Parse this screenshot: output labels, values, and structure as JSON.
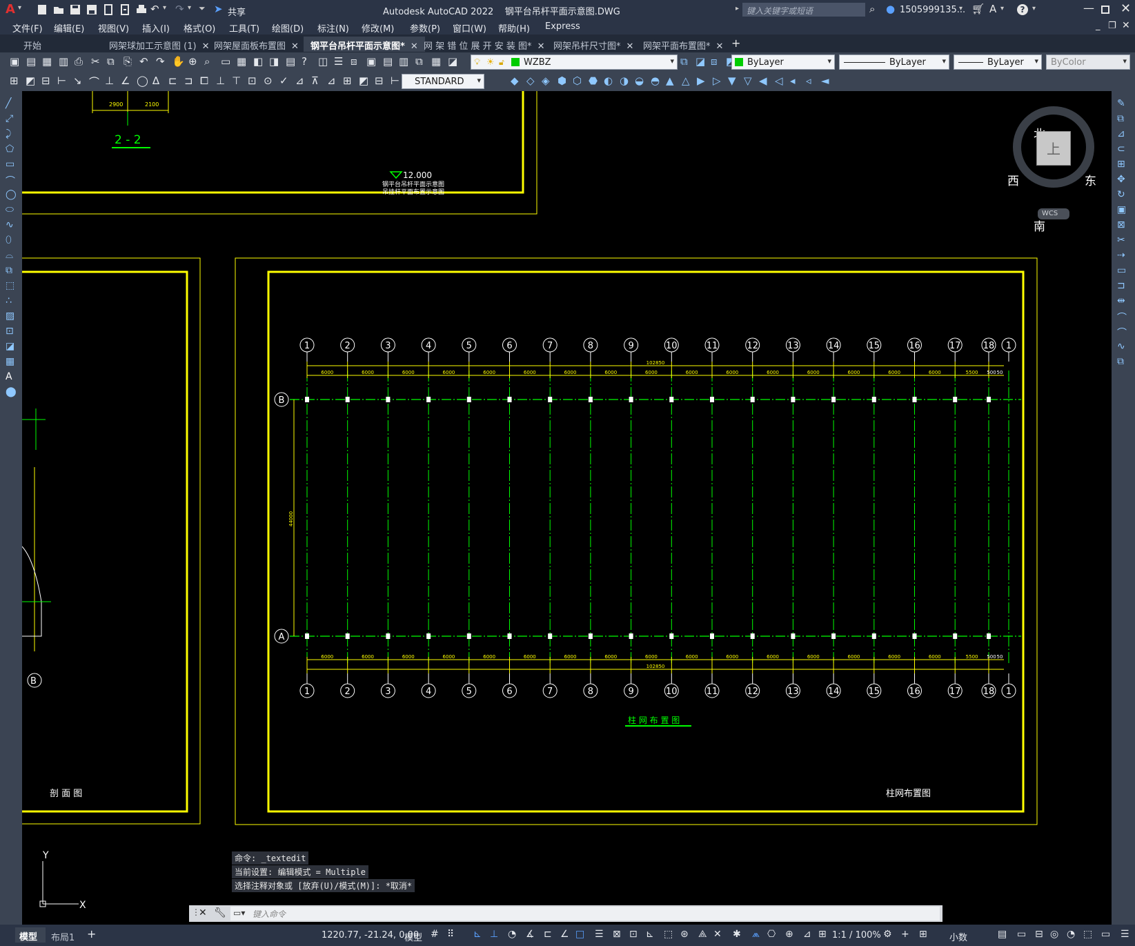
{
  "window": {
    "app_title": "Autodesk AutoCAD 2022",
    "file_title": "钢平台吊杆平面示意图.DWG",
    "share_label": "共享",
    "search_placeholder": "键入关键字或短语",
    "user": "1505999135...",
    "help": "?"
  },
  "menu": [
    "文件(F)",
    "编辑(E)",
    "视图(V)",
    "插入(I)",
    "格式(O)",
    "工具(T)",
    "绘图(D)",
    "标注(N)",
    "修改(M)",
    "参数(P)",
    "窗口(W)",
    "帮助(H)",
    "Express"
  ],
  "tabs": [
    {
      "label": "开始",
      "active": false,
      "close": false
    },
    {
      "label": "网架球加工示意图 (1)",
      "active": false,
      "close": true
    },
    {
      "label": "网架屋面板布置图",
      "active": false,
      "close": true
    },
    {
      "label": "钢平台吊杆平面示意图*",
      "active": true,
      "close": true
    },
    {
      "label": "网 架 错 位 展 开 安 装 图*",
      "active": false,
      "close": true
    },
    {
      "label": "网架吊杆尺寸图*",
      "active": false,
      "close": true
    },
    {
      "label": "网架平面布置图*",
      "active": false,
      "close": true
    }
  ],
  "toolbar": {
    "layer": "WZBZ",
    "color": "ByLayer",
    "linetype": "ByLayer",
    "lineweight": "ByLayer",
    "plotstyle": "ByColor",
    "textstyle": "STANDARD",
    "layer_color": "#00cc00",
    "color_swatch": "#00cc00"
  },
  "viewcube": {
    "north": "北",
    "south": "南",
    "east": "东",
    "west": "西",
    "top": "上",
    "wcs": "WCS"
  },
  "drawing": {
    "section_label": "2 - 2",
    "dim_2900": "2900",
    "dim_2100": "2100",
    "elev": "12.000",
    "note1": "钢平台吊杆平面示意图",
    "note2": "吊挂杆平面布置示意图",
    "left_title": "剖 面 图",
    "grid_title": "柱 网 布 置 图",
    "frame_title": "柱网布置图",
    "total_dim": "102850",
    "side_dim": "44000",
    "bay": "6000",
    "bay_last": "5500",
    "bay_500": "500",
    "bay_50": "50",
    "axis_numbers": [
      "1",
      "2",
      "3",
      "4",
      "5",
      "6",
      "7",
      "8",
      "9",
      "10",
      "11",
      "12",
      "13",
      "14",
      "15",
      "16",
      "17",
      "18",
      "1"
    ],
    "row_labels": [
      "B",
      "A"
    ],
    "left_b": "B"
  },
  "ucs": {
    "x": "X",
    "y": "Y"
  },
  "command": {
    "history": [
      "命令: _textedit",
      "当前设置: 编辑模式 = Multiple",
      "选择注释对象或 [放弃(U)/模式(M)]: *取消*"
    ],
    "placeholder": "键入命令"
  },
  "status": {
    "model_tab": "模型",
    "layout_tab": "布局1",
    "coords": "1220.77, -21.24, 0.00",
    "mode": "模型",
    "scale": "1:1 / 100%",
    "units": "小数"
  }
}
